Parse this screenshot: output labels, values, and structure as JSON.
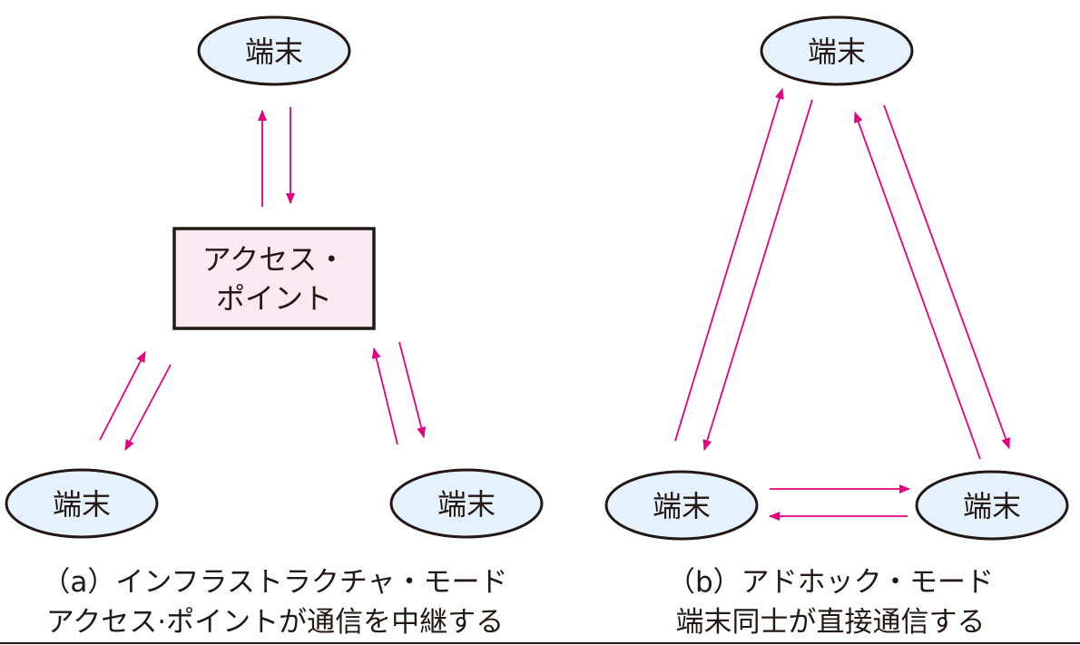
{
  "colors": {
    "arrow": "#e4007f",
    "node_fill": "#e6f2fb",
    "ap_fill": "#fbe9f1",
    "outline": "#231815",
    "text": "#231815"
  },
  "diagram_a": {
    "access_point_line1": "アクセス・",
    "access_point_line2": "ポイント",
    "terminal_top": "端末",
    "terminal_left": "端末",
    "terminal_right": "端末",
    "caption_line1": "（a）インフラストラクチャ・モード",
    "caption_line2": "アクセス·ポイントが通信を中継する"
  },
  "diagram_b": {
    "terminal_top": "端末",
    "terminal_left": "端末",
    "terminal_right": "端末",
    "caption_line1": "（b）アドホック・モード",
    "caption_line2": "端末同士が直接通信する"
  }
}
